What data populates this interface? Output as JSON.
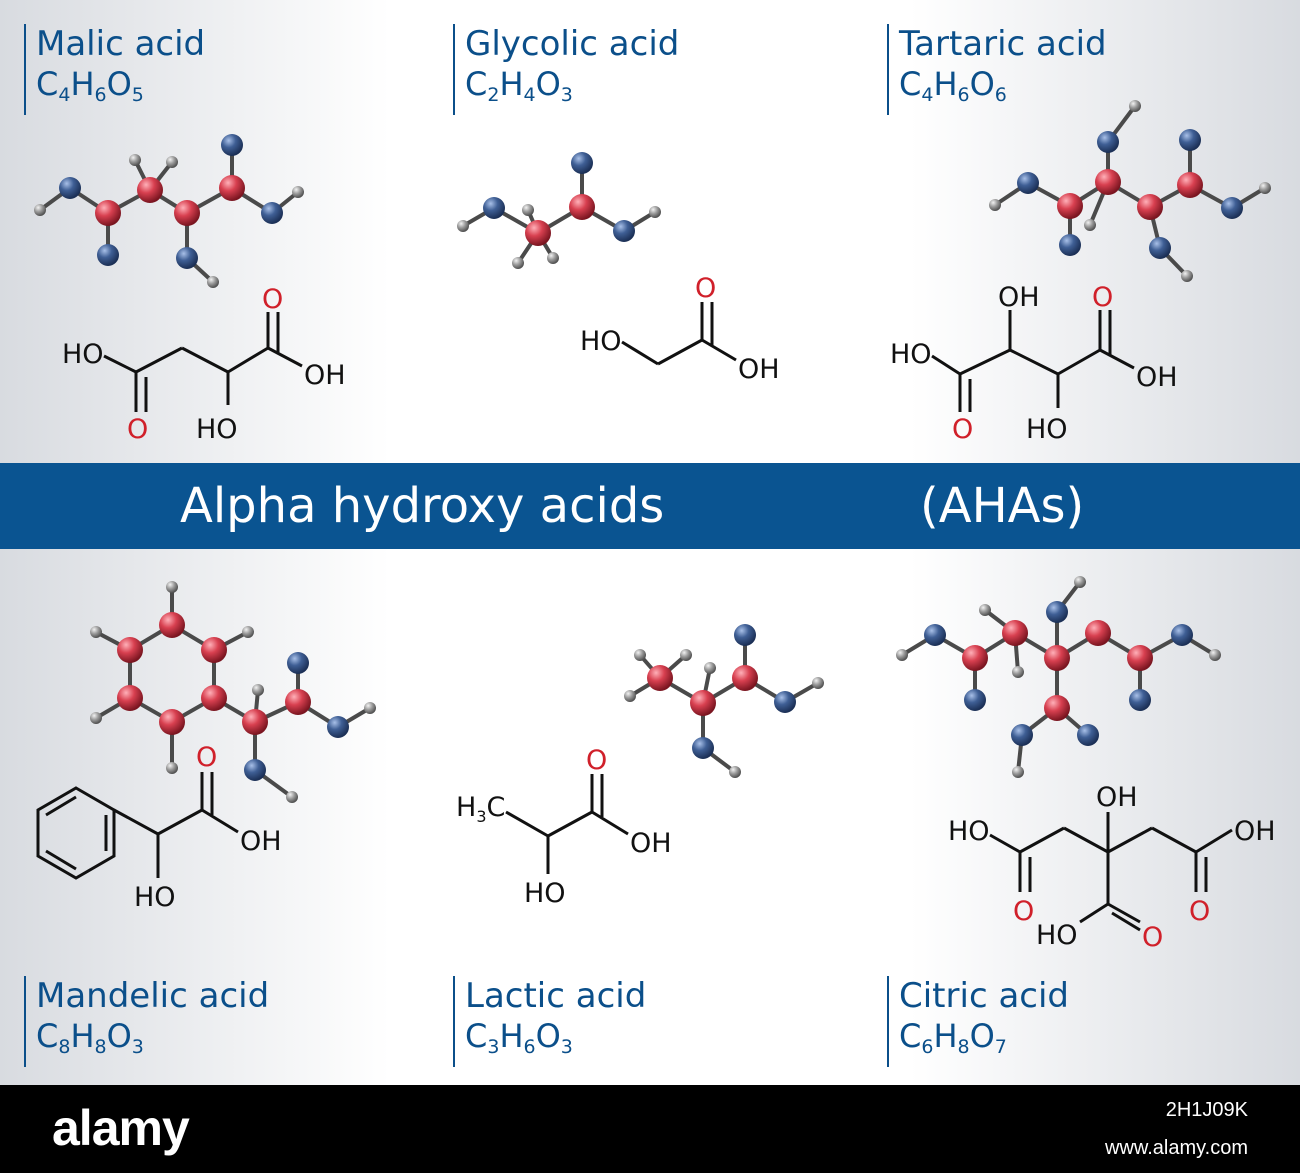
{
  "banner": {
    "title": "Alpha hydroxy acids",
    "abbreviation": "(AHAs)"
  },
  "acids": [
    {
      "name": "Malic acid",
      "formula": [
        {
          "el": "C",
          "n": "4"
        },
        {
          "el": "H",
          "n": "6"
        },
        {
          "el": "O",
          "n": "5"
        }
      ],
      "labels": {
        "ho_left": "HO",
        "o_right": "O",
        "oh_right": "OH",
        "o_left": "O",
        "ho_bottom": "HO"
      }
    },
    {
      "name": "Glycolic acid",
      "formula": [
        {
          "el": "C",
          "n": "2"
        },
        {
          "el": "H",
          "n": "4"
        },
        {
          "el": "O",
          "n": "3"
        }
      ],
      "labels": {
        "ho": "HO",
        "o": "O",
        "oh": "OH"
      }
    },
    {
      "name": "Tartaric acid",
      "formula": [
        {
          "el": "C",
          "n": "4"
        },
        {
          "el": "H",
          "n": "6"
        },
        {
          "el": "O",
          "n": "6"
        }
      ],
      "labels": {
        "oh_top": "OH",
        "o_right": "O",
        "ho_left": "HO",
        "oh_right": "OH",
        "o_left": "O",
        "ho_bottom": "HO"
      }
    },
    {
      "name": "Mandelic acid",
      "formula": [
        {
          "el": "C",
          "n": "8"
        },
        {
          "el": "H",
          "n": "8"
        },
        {
          "el": "O",
          "n": "3"
        }
      ],
      "labels": {
        "o": "O",
        "oh": "OH",
        "ho": "HO"
      }
    },
    {
      "name": "Lactic acid",
      "formula": [
        {
          "el": "C",
          "n": "3"
        },
        {
          "el": "H",
          "n": "6"
        },
        {
          "el": "O",
          "n": "3"
        }
      ],
      "labels": {
        "ch3": "H",
        "ch3_sub": "3",
        "ch3_c": "C",
        "o": "O",
        "oh": "OH",
        "ho": "HO"
      }
    },
    {
      "name": "Citric acid",
      "formula": [
        {
          "el": "C",
          "n": "6"
        },
        {
          "el": "H",
          "n": "8"
        },
        {
          "el": "O",
          "n": "7"
        }
      ],
      "labels": {
        "oh_top": "OH",
        "ho_left": "HO",
        "oh_right": "OH",
        "o_left": "O",
        "o_right": "O",
        "ho_bottom": "HO",
        "o_bottom": "O"
      }
    }
  ],
  "footer": {
    "logo": "alamy",
    "image_code": "2H1J09K",
    "url": "www.alamy.com"
  },
  "colors": {
    "title_blue": "#0b4f8a",
    "banner_blue": "#0a5491",
    "oxygen_red": "#d0202a",
    "carbon_red": "#d84050",
    "oxygen_ball_blue": "#3f5f95",
    "hydrogen_grey": "#8a8a8a"
  }
}
